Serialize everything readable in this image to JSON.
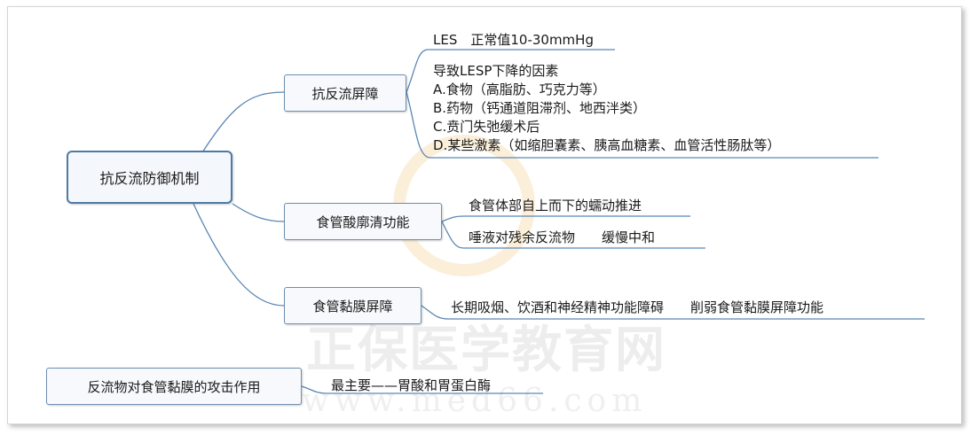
{
  "root": {
    "label": "抗反流防御机制"
  },
  "branches": {
    "barrier": {
      "label": "抗反流屏障",
      "les": "LES　正常值10-30mmHg",
      "factors_title": "导致LESP下降的因素",
      "factors": [
        "A.食物（高脂肪、巧克力等）",
        "B.药物（钙通道阻滞剂、地西泮类）",
        "C.贲门失弛缓术后",
        "D.某些激素（如缩胆囊素、胰高血糖素、血管活性肠肽等）"
      ]
    },
    "clearance": {
      "label": "食管酸廓清功能",
      "items": [
        "食管体部自上而下的蠕动推进",
        "唾液对残余反流物　　缓慢中和"
      ]
    },
    "mucosa": {
      "label": "食管黏膜屏障",
      "item": "长期吸烟、饮酒和神经精神功能障碍　　削弱食管黏膜屏障功能"
    }
  },
  "bottom": {
    "label": "反流物对食管黏膜的攻击作用",
    "item": "最主要——胃酸和胃蛋白酶"
  },
  "watermark": {
    "name": "正保医学教育网",
    "url": "www.med66.com"
  },
  "colors": {
    "line": "#5a86b3",
    "node_border": "#6f8fb0",
    "root_border": "#4d7aa6"
  }
}
